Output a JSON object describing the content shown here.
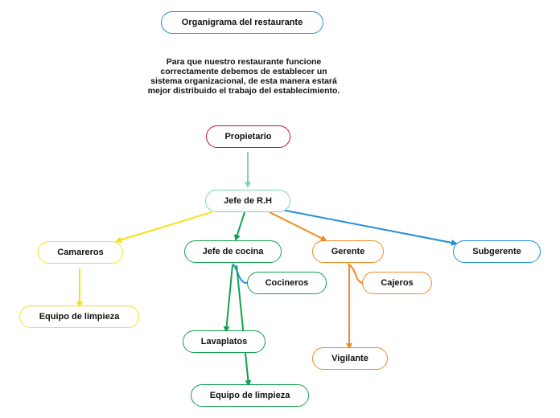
{
  "title": "Organigrama del restaurante",
  "description": "Para que nuestro restaurante funcione correctamente debemos de establecer un sistema organizacional, de esta manera estará mejor distribuido el trabajo del establecimiento.",
  "colors": {
    "blue": "#1f8fd6",
    "crimson": "#c8103e",
    "mint": "#7fd3b4",
    "yellow": "#f2e21a",
    "green": "#12a04e",
    "orange": "#f08a24"
  },
  "nodes": {
    "title": {
      "label": "Organigrama del restaurante",
      "color": "blue"
    },
    "owner": {
      "label": "Propietario",
      "color": "crimson"
    },
    "hr_chief": {
      "label": "Jefe de R.H",
      "color": "mint"
    },
    "waiters": {
      "label": "Camareros",
      "color": "yellow"
    },
    "cleaning_1": {
      "label": "Equipo de limpieza",
      "color": "yellow"
    },
    "chef": {
      "label": "Jefe de cocina",
      "color": "green"
    },
    "cooks": {
      "label": "Cocineros",
      "color": "green"
    },
    "dishwashers": {
      "label": "Lavaplatos",
      "color": "green"
    },
    "cleaning_2": {
      "label": "Equipo de limpieza",
      "color": "green"
    },
    "manager": {
      "label": "Gerente",
      "color": "orange"
    },
    "cashiers": {
      "label": "Cajeros",
      "color": "orange"
    },
    "guard": {
      "label": "Vigilante",
      "color": "orange"
    },
    "submanager": {
      "label": "Subgerente",
      "color": "blue"
    }
  },
  "edges": [
    {
      "from": "owner",
      "to": "hr_chief",
      "color": "mint"
    },
    {
      "from": "hr_chief",
      "to": "waiters",
      "color": "yellow"
    },
    {
      "from": "hr_chief",
      "to": "chef",
      "color": "green"
    },
    {
      "from": "hr_chief",
      "to": "manager",
      "color": "orange"
    },
    {
      "from": "hr_chief",
      "to": "submanager",
      "color": "blue"
    },
    {
      "from": "waiters",
      "to": "cleaning_1",
      "color": "yellow"
    },
    {
      "from": "chef",
      "to": "cooks",
      "color": "blue",
      "style": "curve"
    },
    {
      "from": "chef",
      "to": "dishwashers",
      "color": "green"
    },
    {
      "from": "chef",
      "to": "cleaning_2",
      "color": "green"
    },
    {
      "from": "manager",
      "to": "cashiers",
      "color": "orange",
      "style": "curve"
    },
    {
      "from": "manager",
      "to": "guard",
      "color": "orange"
    }
  ]
}
